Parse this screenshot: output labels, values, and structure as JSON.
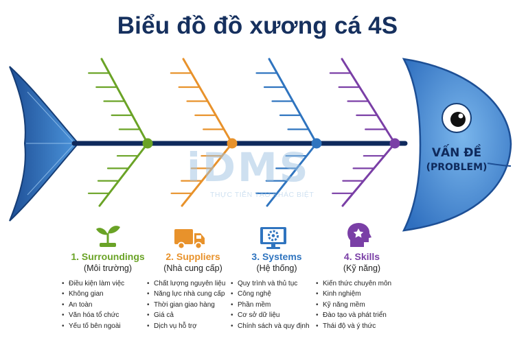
{
  "title": "Biểu đồ đồ xương cá 4S",
  "head": {
    "line1": "VẤN ĐỀ",
    "line2": "(PROBLEM)",
    "color": "#3f86d4"
  },
  "watermark": {
    "logo": "iDMS",
    "tagline": "THỰC TIỄN TẠO KHÁC BIỆT"
  },
  "spine_color": "#0f2a5c",
  "categories": [
    {
      "title": "1. Surroundings",
      "subtitle": "(Môi trường)",
      "color": "#6aa326",
      "icon": "plant-icon",
      "items": [
        "Điều kiện làm việc",
        "Không gian",
        "An toàn",
        "Văn hóa tổ chức",
        "Yếu tố bên ngoài"
      ]
    },
    {
      "title": "2. Suppliers",
      "subtitle": "(Nhà cung cấp)",
      "color": "#e8922b",
      "icon": "truck-icon",
      "items": [
        "Chất lượng nguyên liệu",
        "Năng lực nhà cung cấp",
        "Thời gian giao hàng",
        "Giá cả",
        "Dịch vụ hỗ trợ"
      ]
    },
    {
      "title": "3. Systems",
      "subtitle": "(Hệ thống)",
      "color": "#2f74bf",
      "icon": "computer-gear-icon",
      "items": [
        "Quy trình và thủ tục",
        "Công nghệ",
        "Phần mềm",
        "Cơ sở dữ liệu",
        "Chính sách và quy định"
      ]
    },
    {
      "title": "4. Skills",
      "subtitle": "(Kỹ năng)",
      "color": "#7a3fa6",
      "icon": "head-star-icon",
      "items": [
        "Kiến thức chuyên môn",
        "Kinh nghiệm",
        "Kỹ năng mềm",
        "Đào tạo và phát triển",
        "Thái độ và ý thức"
      ]
    }
  ]
}
